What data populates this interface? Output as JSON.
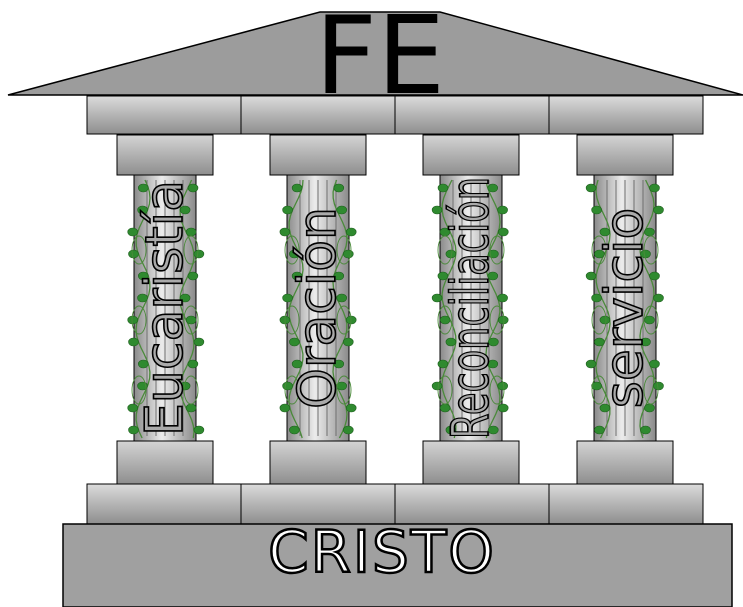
{
  "roof": {
    "label": "FE"
  },
  "pillars": [
    {
      "label": "Eucaristía"
    },
    {
      "label": "Oración"
    },
    {
      "label": "Reconciliación"
    },
    {
      "label": "servicio"
    }
  ],
  "foundation": {
    "label": "CRISTO"
  },
  "colors": {
    "stone": "#9a9a9a",
    "stone_dark": "#7a7a7a",
    "outline": "#000000",
    "vine": "#2f8a2f",
    "vine_stroke": "#4a8a3a"
  }
}
